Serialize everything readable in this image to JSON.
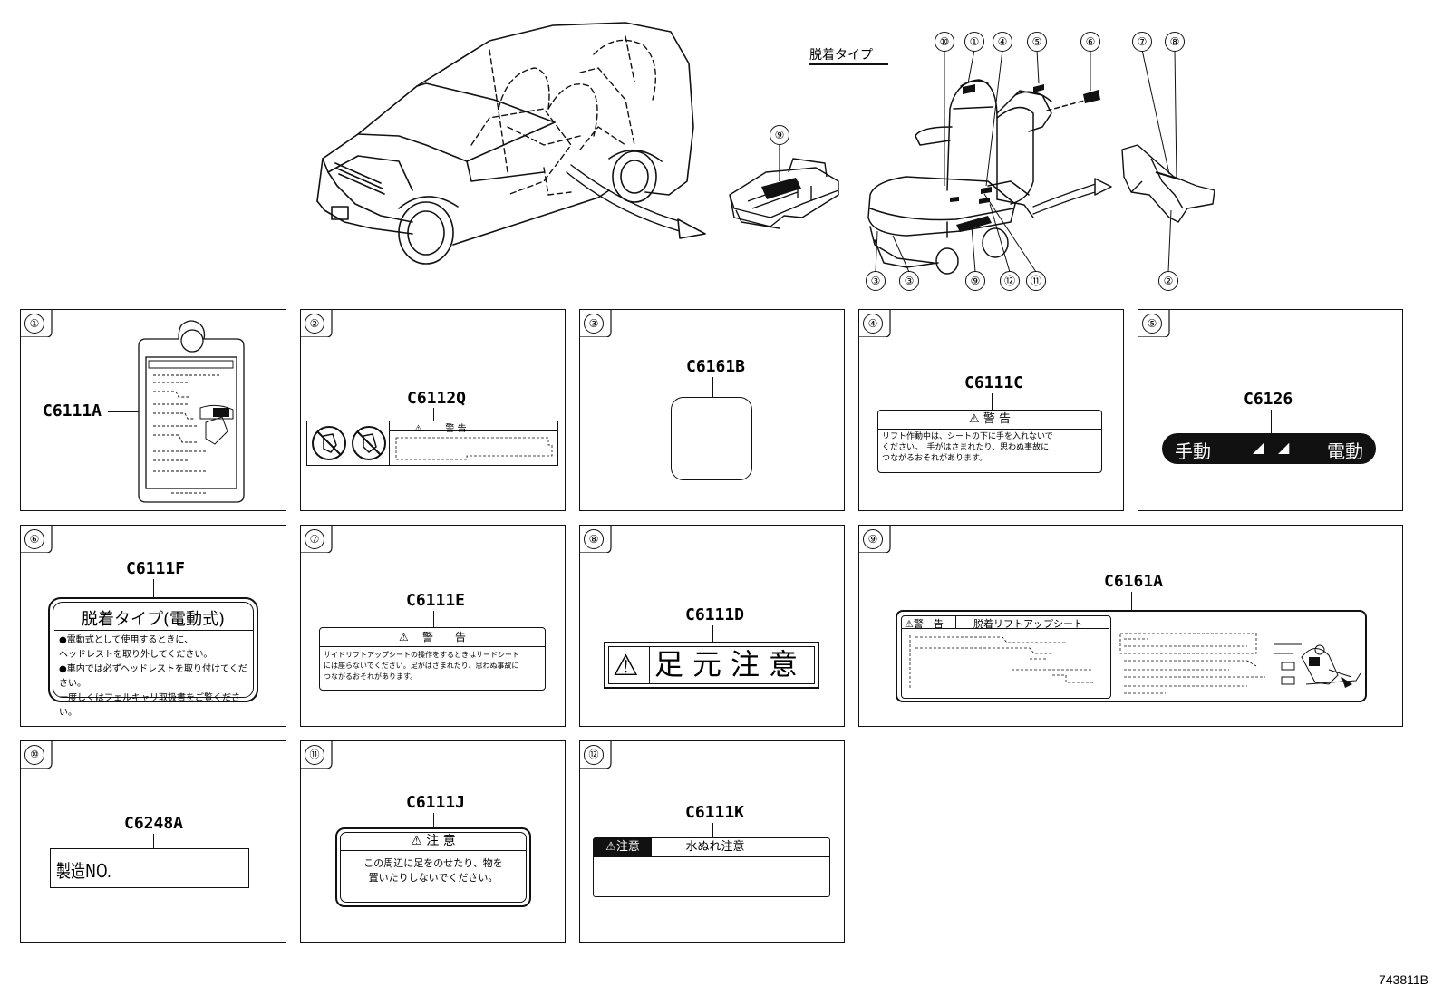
{
  "overview": {
    "removable_type_label": "脱着タイプ",
    "callouts_top": [
      "⑩",
      "①",
      "④",
      "⑤",
      "⑥",
      "⑦",
      "⑧"
    ],
    "callouts_bottom": [
      "③",
      "③",
      "⑨",
      "⑫",
      "⑪",
      "②"
    ],
    "callout_box": "⑨"
  },
  "panels": [
    {
      "num": "①",
      "code": "C6111A"
    },
    {
      "num": "②",
      "code": "C6112Q",
      "header": "警 告"
    },
    {
      "num": "③",
      "code": "C6161B"
    },
    {
      "num": "④",
      "code": "C6111C",
      "header": "警 告",
      "body": [
        "リフト作動中は、シートの下に手を入れないで",
        "ください。　手がはさまれたり、思わぬ事故に",
        "つながるおそれがあります。"
      ]
    },
    {
      "num": "⑤",
      "code": "C6126",
      "left": "手動",
      "right": "電動"
    },
    {
      "num": "⑥",
      "code": "C6111F",
      "title": "脱着タイプ(電動式)",
      "body": [
        "●電動式として使用するときに、",
        "ヘッドレストを取り外してください。",
        "●車内では必ずヘッドレストを取り付けてください。",
        "一度しくはフェルキャリ取扱書をご覧ください。"
      ]
    },
    {
      "num": "⑦",
      "code": "C6111E",
      "header": "警　　告",
      "body": [
        "サイドリフトアップシートの操作をするときはサードシート",
        "には座らないでください。足がはさまれたり、思わぬ事故に",
        "つながるおそれがあります。"
      ]
    },
    {
      "num": "⑧",
      "code": "C6111D",
      "text": "足元注意"
    },
    {
      "num": "⑨",
      "code": "C6161A",
      "header_left": "警　告",
      "header_title": "脱着リフトアップシート"
    },
    {
      "num": "⑩",
      "code": "C6248A",
      "text": "製造NO."
    },
    {
      "num": "⑪",
      "code": "C6111J",
      "header": "注 意",
      "body": [
        "この周辺に足をのせたり、物を",
        "置いたりしないでください。"
      ]
    },
    {
      "num": "⑫",
      "code": "C6111K",
      "tag": "注意",
      "title": "水ぬれ注意"
    }
  ],
  "figure_id": "743811B"
}
